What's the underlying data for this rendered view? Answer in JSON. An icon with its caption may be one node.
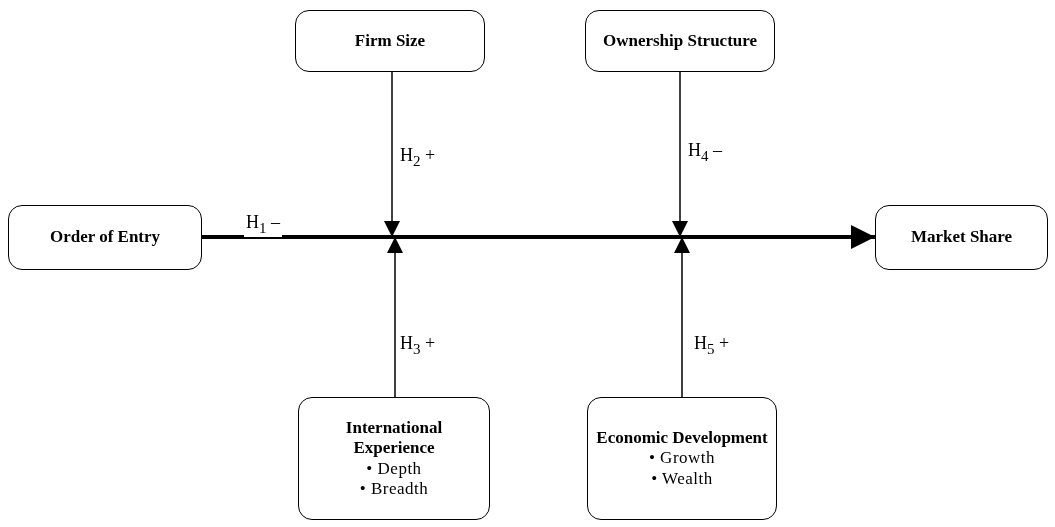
{
  "diagram": {
    "nodes": [
      {
        "text": [
          "Order of Entry"
        ]
      },
      {
        "text": [
          "Market Share"
        ]
      },
      {
        "text": [
          "Firm Size"
        ]
      },
      {
        "text": [
          "Ownership Structure"
        ]
      },
      {
        "text": [
          "International Experience",
          "• Depth",
          "• Breadth"
        ]
      },
      {
        "text": [
          "Economic Development",
          "• Growth",
          "• Wealth"
        ]
      }
    ],
    "edges": [
      {
        "from": 0,
        "to": 1,
        "arrow": "to",
        "label": "H$_{1}$ –",
        "style": "thick"
      },
      {
        "from": 2,
        "to": null,
        "arrow": "to",
        "label": "H$_{2}$ +"
      },
      {
        "from": 4,
        "to": null,
        "arrow": "to",
        "label": "H$_{3}$ +"
      },
      {
        "from": 3,
        "to": null,
        "arrow": "to",
        "label": "H$_{4}$ –"
      },
      {
        "from": 5,
        "to": null,
        "arrow": "to",
        "label": "H$_{5}$ +"
      }
    ]
  }
}
